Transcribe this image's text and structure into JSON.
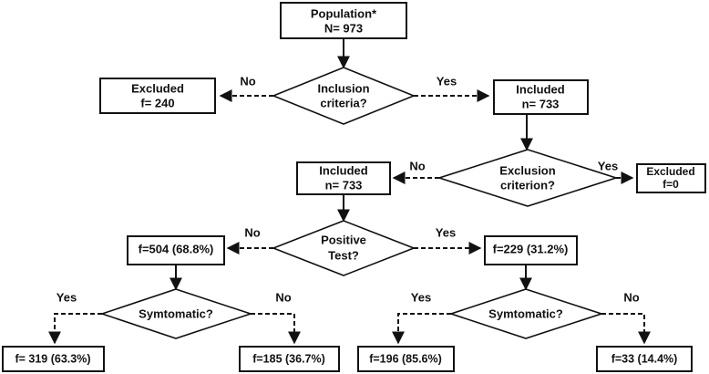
{
  "nodes": {
    "population": {
      "line1": "Population*",
      "line2": "N= 973"
    },
    "inclusion": {
      "line1": "Inclusion",
      "line2": "criteria?"
    },
    "excluded1": {
      "line1": "Excluded",
      "line2": "f= 240"
    },
    "included1": {
      "line1": "Included",
      "line2": "n= 733"
    },
    "exclusion": {
      "line1": "Exclusion",
      "line2": "criterion?"
    },
    "included2": {
      "line1": "Included",
      "line2": "n= 733"
    },
    "excluded2": {
      "line1": "Excluded",
      "line2": "f=0"
    },
    "positive": {
      "line1": "Positive",
      "line2": "Test?"
    },
    "neg": {
      "line1": "f=504 (68.8%)"
    },
    "pos": {
      "line1": "f=229 (31.2%)"
    },
    "symp_left": {
      "line1": "Symtomatic?"
    },
    "symp_right": {
      "line1": "Symtomatic?"
    },
    "leaf1": {
      "line1": "f= 319 (63.3%)"
    },
    "leaf2": {
      "line1": "f=185 (36.7%)"
    },
    "leaf3": {
      "line1": "f=196 (85.6%)"
    },
    "leaf4": {
      "line1": "f=33 (14.4%)"
    }
  },
  "edge_labels": {
    "inclusion_no": "No",
    "inclusion_yes": "Yes",
    "exclusion_no": "No",
    "exclusion_yes": "Yes",
    "positive_no": "No",
    "positive_yes": "Yes",
    "symp_left_yes": "Yes",
    "symp_left_no": "No",
    "symp_right_yes": "Yes",
    "symp_right_no": "No"
  }
}
